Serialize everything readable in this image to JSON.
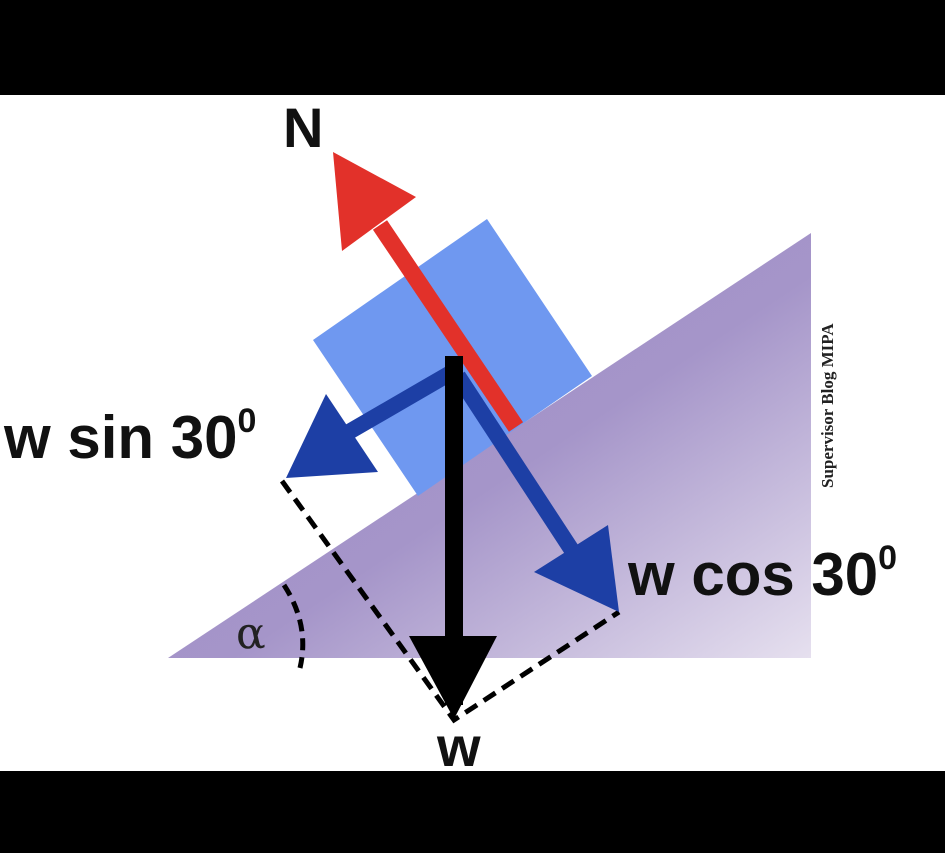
{
  "labels": {
    "normal": "N",
    "parallel_base": "w sin 30",
    "parallel_sup": "0",
    "perpendicular_base": "w cos 30",
    "perpendicular_sup": "0",
    "weight": "w",
    "angle": "α"
  },
  "watermark": "Supervisor Blog MIPA",
  "colors": {
    "incline": "#a08fc6",
    "incline_light": "#e6e0ef",
    "block": "#6f98f0",
    "normal_arrow": "#e2312a",
    "component_arrows": "#1d3fa5",
    "weight_arrow": "#000000",
    "background": "#ffffff",
    "frame": "#000000"
  }
}
